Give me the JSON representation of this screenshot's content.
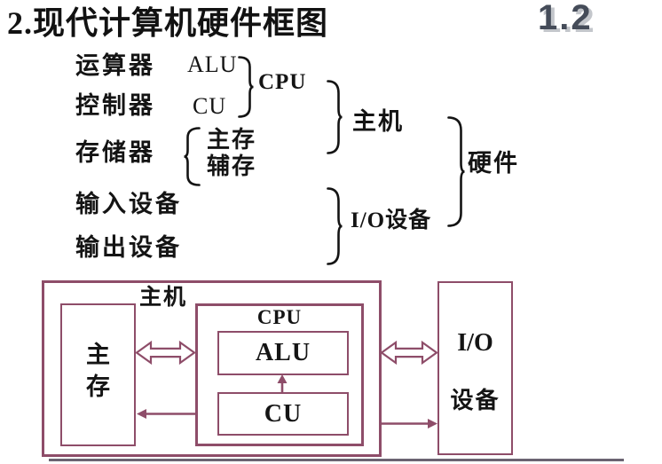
{
  "slide": {
    "title": "2.现代计算机硬件框图",
    "page_number": "1.2"
  },
  "hierarchy": {
    "components": [
      {
        "name": "运算器",
        "abbr": "ALU"
      },
      {
        "name": "控制器",
        "abbr": "CU"
      },
      {
        "name": "存储器",
        "children": [
          "主存",
          "辅存"
        ]
      },
      {
        "name": "输入设备"
      },
      {
        "name": "输出设备"
      }
    ],
    "groups": [
      {
        "label": "CPU"
      },
      {
        "label": "主机"
      },
      {
        "label": "I/O设备"
      },
      {
        "label": "硬件"
      }
    ]
  },
  "diagram": {
    "host_label": "主机",
    "memory_label": "主存",
    "cpu_label": "CPU",
    "alu_label": "ALU",
    "cu_label": "CU",
    "io_label_line1": "I/O",
    "io_label_line2": "设备"
  },
  "colors": {
    "diagram-stroke": "#8e4d69",
    "ink": "#141414",
    "page-number": "#454c59",
    "page-number-shadow": "#c3c6cb",
    "bottom-rule": "#6b6472"
  }
}
